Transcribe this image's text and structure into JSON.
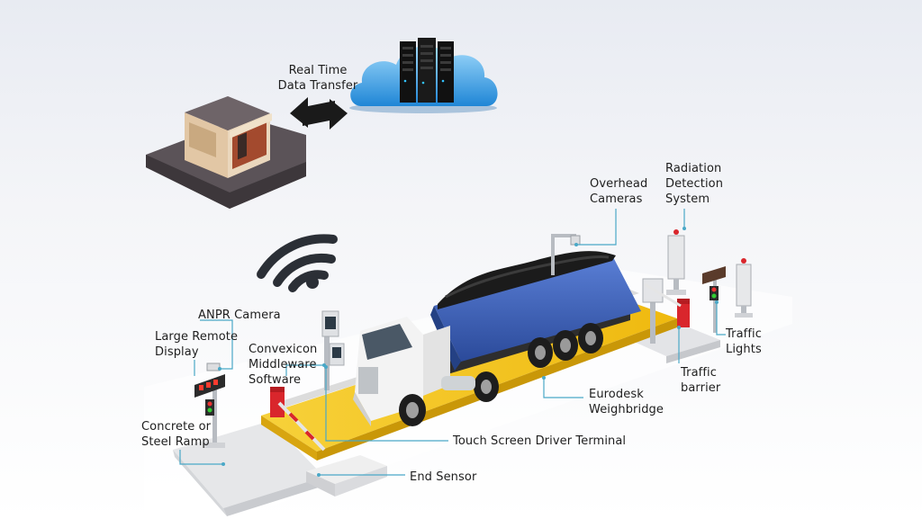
{
  "labels": {
    "data_transfer": "Real Time\nData Transfer",
    "overhead_cameras": "Overhead\nCameras",
    "radiation": "Radiation\nDetection\nSystem",
    "anpr_camera": "ANPR Camera",
    "remote_display": "Large Remote\nDisplay",
    "middleware": "Convexicon\nMiddleware\nSoftware",
    "traffic_lights": "Traffic\nLights",
    "traffic_barrier": "Traffic\nbarrier",
    "weighbridge": "Eurodesk\nWeighbridge",
    "ramp": "Concrete or\nSteel Ramp",
    "driver_terminal": "Touch Screen Driver Terminal",
    "end_sensor": "End Sensor"
  },
  "icons": {
    "wifi": "wifi-icon",
    "cloud": "cloud-server-icon",
    "building": "office-building-icon",
    "arrows": "bidirectional-arrows-icon"
  },
  "colors": {
    "leader": "#4aa8c7",
    "deck": "#f5c518",
    "trailer": "#3d5fb8",
    "cloud": "#3aa6e6",
    "barrier": "#d9262c"
  }
}
